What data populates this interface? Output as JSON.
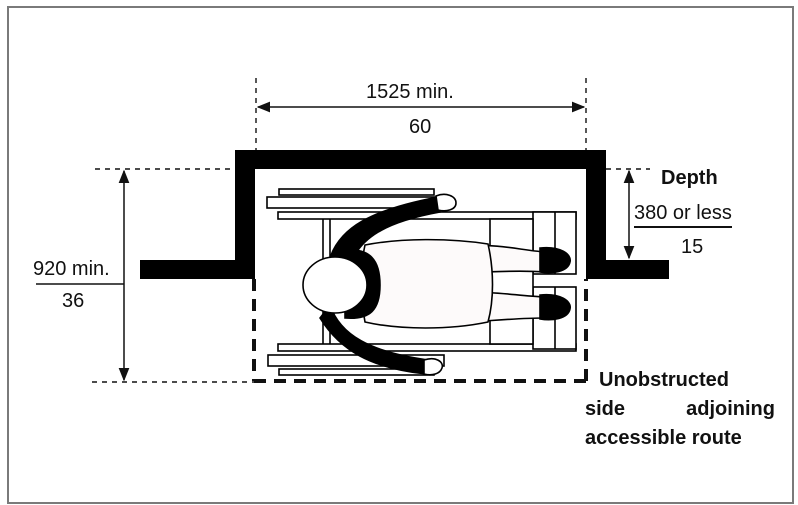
{
  "diagram": {
    "type": "wheelchair alcove clear floor space (plan view)",
    "width_dimension": {
      "metric": "1525  min.",
      "imperial": "60"
    },
    "height_dimension": {
      "metric": "920 min.",
      "imperial": "36"
    },
    "depth_dimension": {
      "title": "Depth",
      "metric": "380 or less",
      "imperial": "15"
    },
    "note": {
      "line1": "Unobstructed",
      "line2_left": "side",
      "line2_right": "adjoining",
      "line3": "accessible route"
    },
    "colors": {
      "wall": "#000000",
      "frame": "#7a7a7a",
      "figure_fill": "#fdfafa",
      "line": "#111111"
    }
  }
}
